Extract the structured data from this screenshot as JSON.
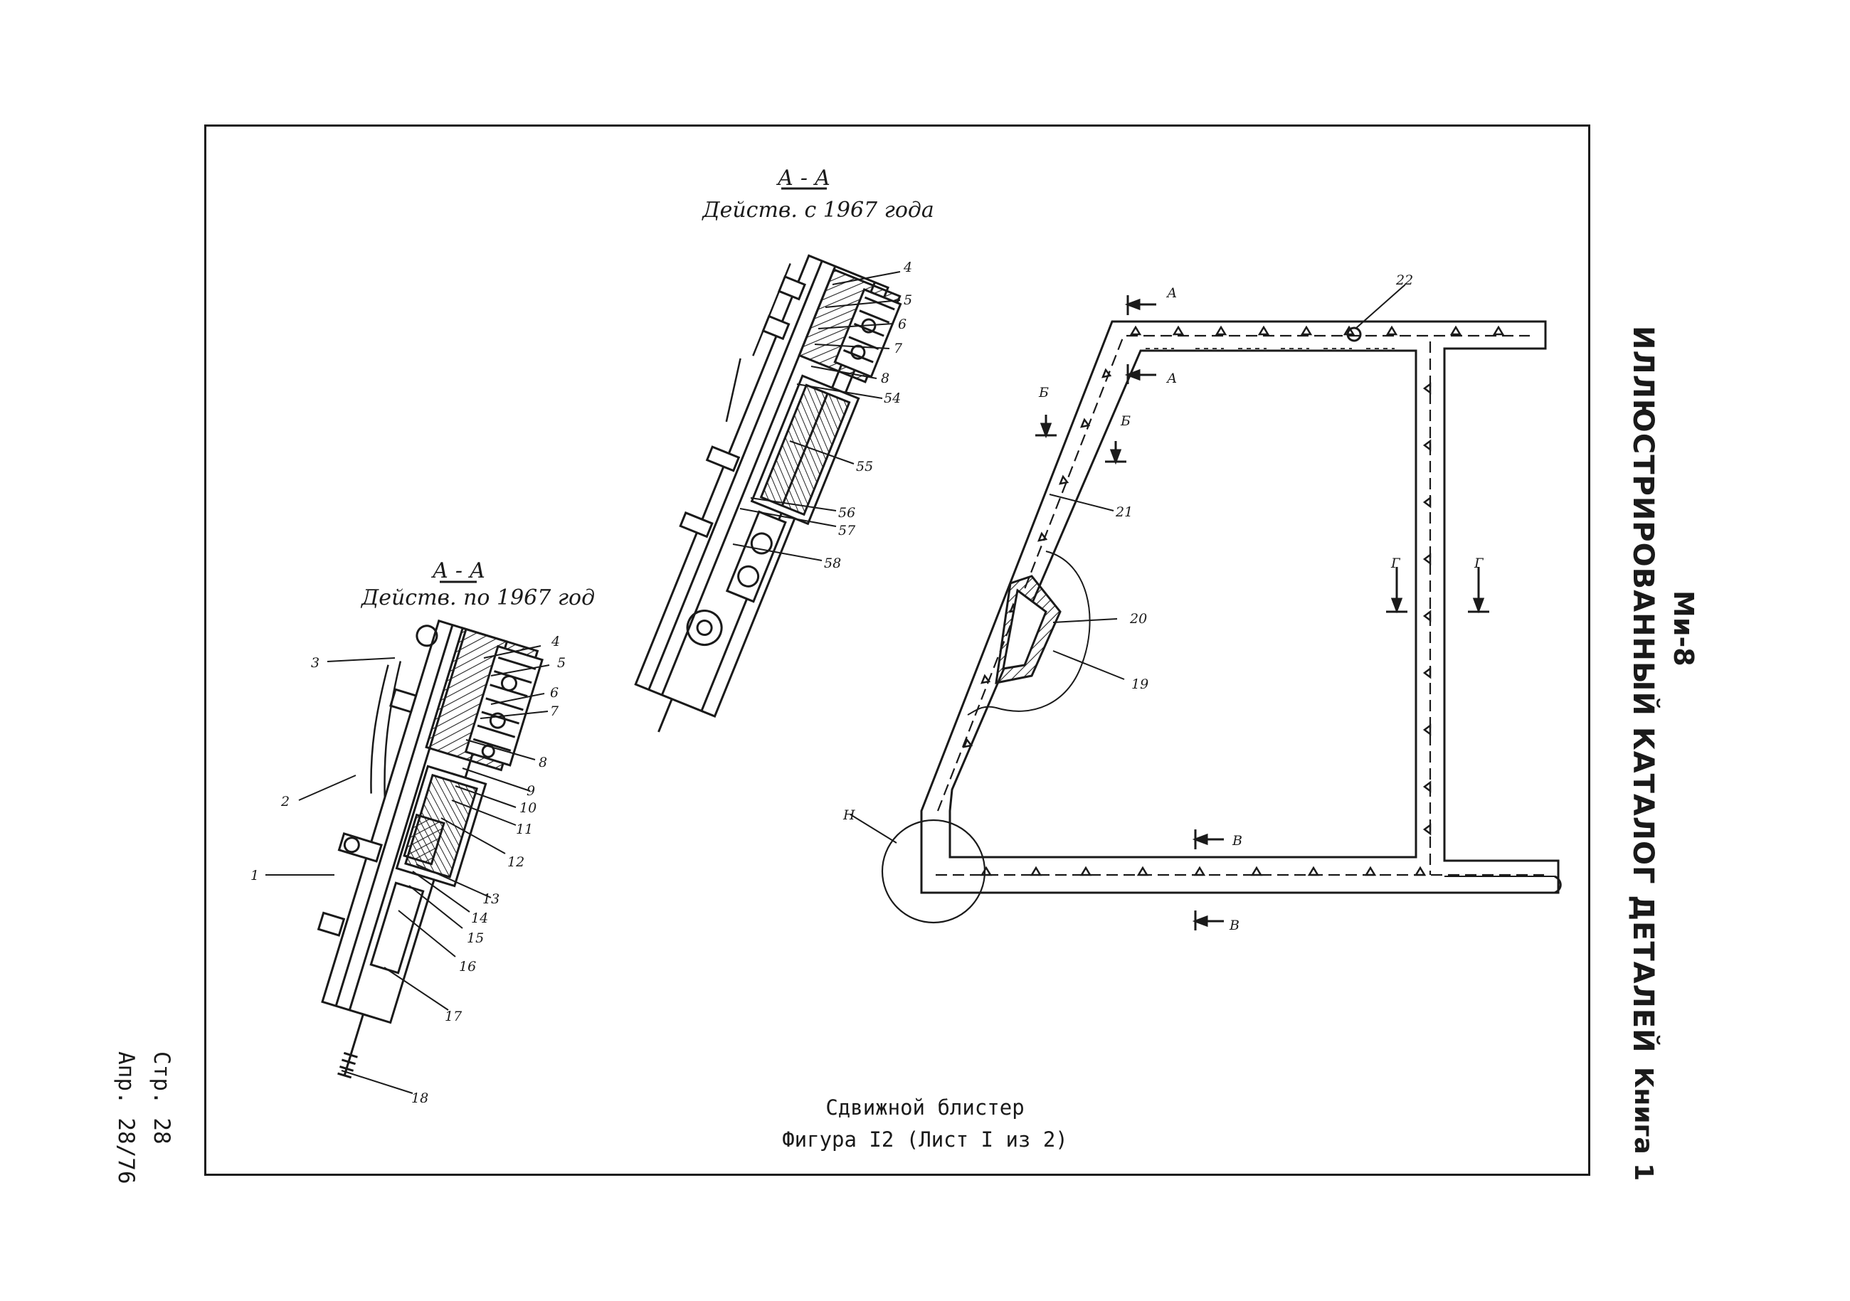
{
  "header": {
    "aircraft": "Ми-8",
    "catalog_title": "ИЛЛЮСТРИРОВАННЫЙ КАТАЛОГ ДЕТАЛЕЙ",
    "book": "Книга 1"
  },
  "footer": {
    "page": "Стр. 28",
    "date": "Апр. 28/76"
  },
  "caption": {
    "title": "Сдвижной блистер",
    "figure": "Фигура I2 (Лист I из 2)"
  },
  "sections": {
    "after_1967": {
      "cut": "А - А",
      "note": "Действ. с 1967 года"
    },
    "before_1967": {
      "cut": "А - А",
      "note": "Действ. по 1967 год"
    }
  },
  "callouts": {
    "after": [
      "4",
      "5",
      "6",
      "7",
      "8",
      "54",
      "55",
      "56",
      "57",
      "58"
    ],
    "before": [
      "1",
      "2",
      "3",
      "4",
      "5",
      "6",
      "7",
      "8",
      "9",
      "10",
      "11",
      "12",
      "13",
      "14",
      "15",
      "16",
      "17",
      "18"
    ],
    "frame": [
      "19",
      "20",
      "21",
      "22"
    ]
  },
  "cut_marks": [
    "А",
    "А",
    "Б",
    "Б",
    "Г",
    "Г",
    "В",
    "В",
    "Н"
  ]
}
